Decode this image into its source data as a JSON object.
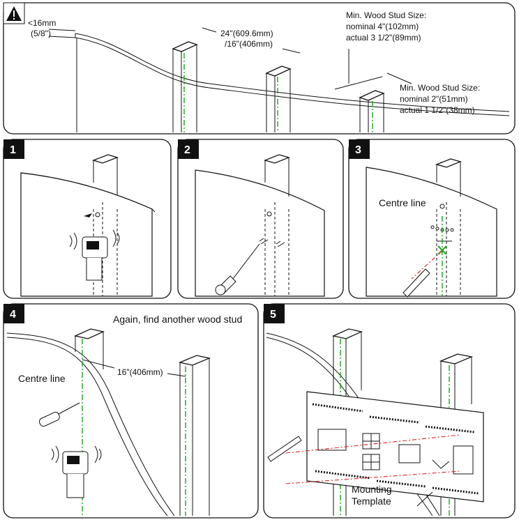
{
  "top_panel": {
    "dim_drywall": "<16mm",
    "dim_drywall_frac": "(5/8\")",
    "dim_spacing_1": "24\"(609.6mm)",
    "dim_spacing_2": "/16\"(406mm)",
    "stud_4in_line1": "Min. Wood Stud Size:",
    "stud_4in_line2": "nominal 4\"(102mm)",
    "stud_4in_line3": "actual 3 1/2\"(89mm)",
    "stud_2in_line1": "Min. Wood Stud Size:",
    "stud_2in_line2": "nominal 2\"(51mm)",
    "stud_2in_line3": "actual 1 1/2\"(38mm)"
  },
  "steps": {
    "s1": "1",
    "s2": "2",
    "s3": "3",
    "s4": "4",
    "s5": "5"
  },
  "step3": {
    "centre_label": "Centre line"
  },
  "step4": {
    "caption": "Again, find another wood stud",
    "centre_label": "Centre line",
    "spacing": "16\"(406mm)"
  },
  "step5": {
    "template_line1": "Mounting",
    "template_line2": "Template"
  },
  "colors": {
    "centre_line": "#1aa31a",
    "mark_line": "#dd2222"
  }
}
